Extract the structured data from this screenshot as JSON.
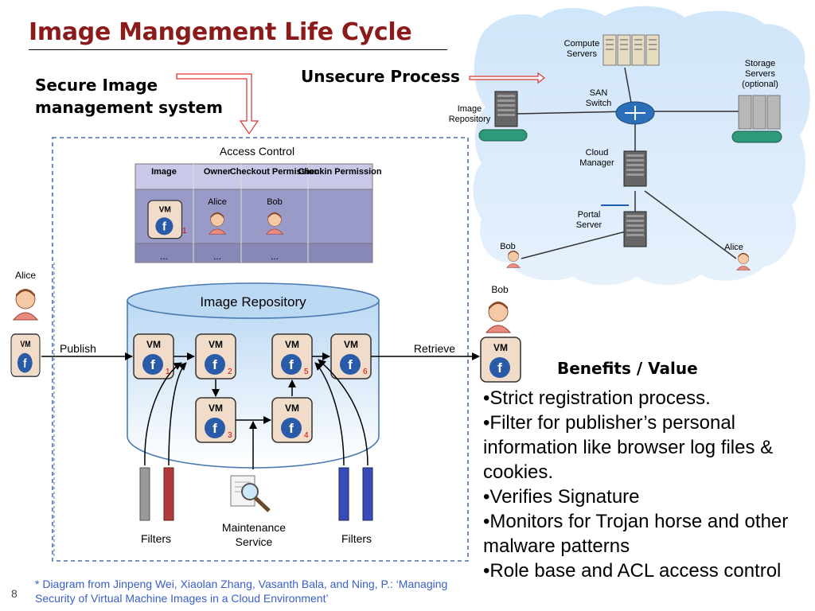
{
  "slide": {
    "title": "Image Mangement Life Cycle",
    "secure_label": "Secure Image management system",
    "unsecure_label": "Unsecure Process",
    "page_number": "8",
    "footnote": "* Diagram from Jinpeng Wei, Xiaolan Zhang, Vasanth Bala, and Ning, P.: ‘Managing Security of Virtual Machine Images in a Cloud Environment’"
  },
  "benefits": {
    "title": "Benefits / Value",
    "items": [
      "•Strict registration process.",
      "•Filter for publisher’s personal information like browser log files & cookies.",
      "•Verifies Signature",
      "•Monitors for Trojan horse and other malware patterns",
      "•Role base and ACL access control"
    ]
  },
  "diagram": {
    "access_control": {
      "title": "Access Control",
      "headers": [
        "Image",
        "Owner",
        "Checkout Permission",
        "Checkin Permission"
      ],
      "owner": "Alice",
      "checkout": "Bob",
      "ellipsis": "..."
    },
    "repository_title": "Image Repository",
    "vm_label": "VM",
    "vm_numbers": [
      "1",
      "2",
      "3",
      "4",
      "5",
      "6"
    ],
    "alice": "Alice",
    "bob": "Bob",
    "publish": "Publish",
    "retrieve": "Retrieve",
    "filters": "Filters",
    "maintenance_line1": "Maintenance",
    "maintenance_line2": "Service"
  },
  "cloud": {
    "compute_line1": "Compute",
    "compute_line2": "Servers",
    "storage_line1": "Storage",
    "storage_line2": "Servers",
    "storage_line3": "(optional)",
    "san_line1": "SAN",
    "san_line2": "Switch",
    "image_line1": "Image",
    "image_line2": "Repository",
    "cloud_line1": "Cloud",
    "cloud_line2": "Manager",
    "portal_line1": "Portal",
    "portal_line2": "Server",
    "bob": "Bob",
    "alice": "Alice"
  }
}
